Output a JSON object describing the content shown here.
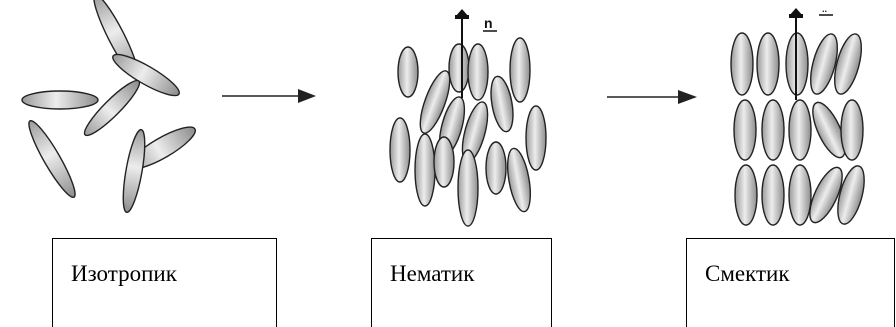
{
  "states": [
    {
      "name": "isotropic",
      "label": "Изотропик"
    },
    {
      "name": "nematic",
      "label": "Нематик"
    },
    {
      "name": "smectic",
      "label": "Смектик"
    }
  ],
  "director_label": "n",
  "colors": {
    "ellipse_fill": "#c9c9c9",
    "ellipse_highlight": "#f4f4f4",
    "stroke": "#222222"
  },
  "icons": [
    "right-arrow-icon",
    "director-arrow-icon"
  ]
}
